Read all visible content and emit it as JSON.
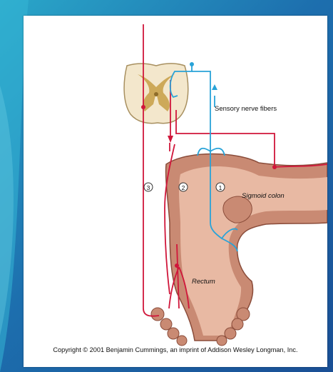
{
  "figure": {
    "labels": {
      "sensory": "Sensory nerve fibers",
      "sigmoid": "Sigmoid colon",
      "rectum": "Rectum",
      "pathway_1": "1",
      "pathway_2": "2",
      "pathway_3": "3"
    },
    "copyright": "Copyright © 2001 Benjamin Cummings, an imprint of Addison Wesley Longman, Inc."
  },
  "colors": {
    "motor_nerve": "#d0163a",
    "sensory_nerve": "#29a3d8",
    "gut_wall": "#c98a73",
    "gut_lumen": "#e8b9a3",
    "spinal_cord": "#f3e7cc"
  }
}
